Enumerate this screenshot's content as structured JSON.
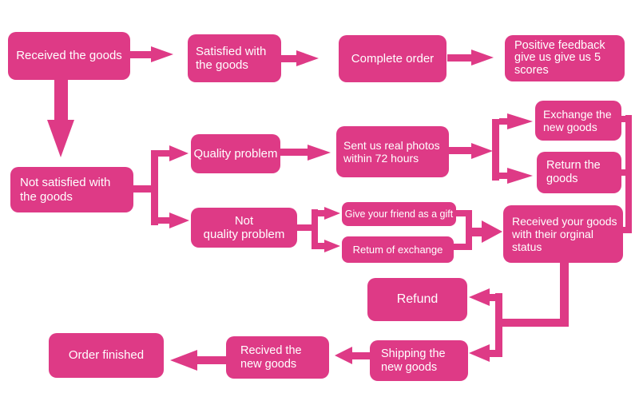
{
  "colors": {
    "node_fill": "#de3a86",
    "node_text": "#ffffff",
    "background": "#ffffff"
  },
  "nodes": {
    "received_goods": {
      "text": "Received the goods"
    },
    "satisfied": {
      "text": "Satisfied with\nthe goods"
    },
    "complete_order": {
      "text": "Complete order"
    },
    "positive_feedback": {
      "text": "Positive feedback\ngive us give us 5\nscores"
    },
    "not_satisfied": {
      "text": "Not satisfied with\nthe goods"
    },
    "quality_problem": {
      "text": "Quality problem"
    },
    "sent_photos": {
      "text": "Sent us real photos\nwithin 72 hours"
    },
    "exchange_new_goods": {
      "text": "Exchange the\nnew goods"
    },
    "return_goods": {
      "text": "Return the\ngoods"
    },
    "not_quality_problem": {
      "text": "Not\nquality problem"
    },
    "gift": {
      "text": "Give your friend as a gift"
    },
    "return_of_exchange": {
      "text": "Retum of exchange"
    },
    "received_status": {
      "text": "Received your goods\nwith their orginal\nstatus"
    },
    "refund": {
      "text": "Refund"
    },
    "shipping_new_goods": {
      "text": "Shipping the\nnew goods"
    },
    "recived_new_goods": {
      "text": "Recived the\nnew goods"
    },
    "order_finished": {
      "text": "Order finished"
    }
  },
  "edges": [
    {
      "from": "received_goods",
      "to": "satisfied"
    },
    {
      "from": "satisfied",
      "to": "complete_order"
    },
    {
      "from": "complete_order",
      "to": "positive_feedback"
    },
    {
      "from": "received_goods",
      "to": "not_satisfied"
    },
    {
      "from": "not_satisfied",
      "to": "quality_problem"
    },
    {
      "from": "not_satisfied",
      "to": "not_quality_problem"
    },
    {
      "from": "quality_problem",
      "to": "sent_photos"
    },
    {
      "from": "sent_photos",
      "to": "exchange_new_goods"
    },
    {
      "from": "sent_photos",
      "to": "return_goods"
    },
    {
      "from": "exchange_new_goods",
      "to": "received_status"
    },
    {
      "from": "return_goods",
      "to": "received_status"
    },
    {
      "from": "not_quality_problem",
      "to": "gift"
    },
    {
      "from": "not_quality_problem",
      "to": "return_of_exchange"
    },
    {
      "from": "gift",
      "to": "received_status"
    },
    {
      "from": "return_of_exchange",
      "to": "received_status"
    },
    {
      "from": "received_status",
      "to": "refund"
    },
    {
      "from": "received_status",
      "to": "shipping_new_goods"
    },
    {
      "from": "shipping_new_goods",
      "to": "recived_new_goods"
    },
    {
      "from": "recived_new_goods",
      "to": "order_finished"
    }
  ]
}
